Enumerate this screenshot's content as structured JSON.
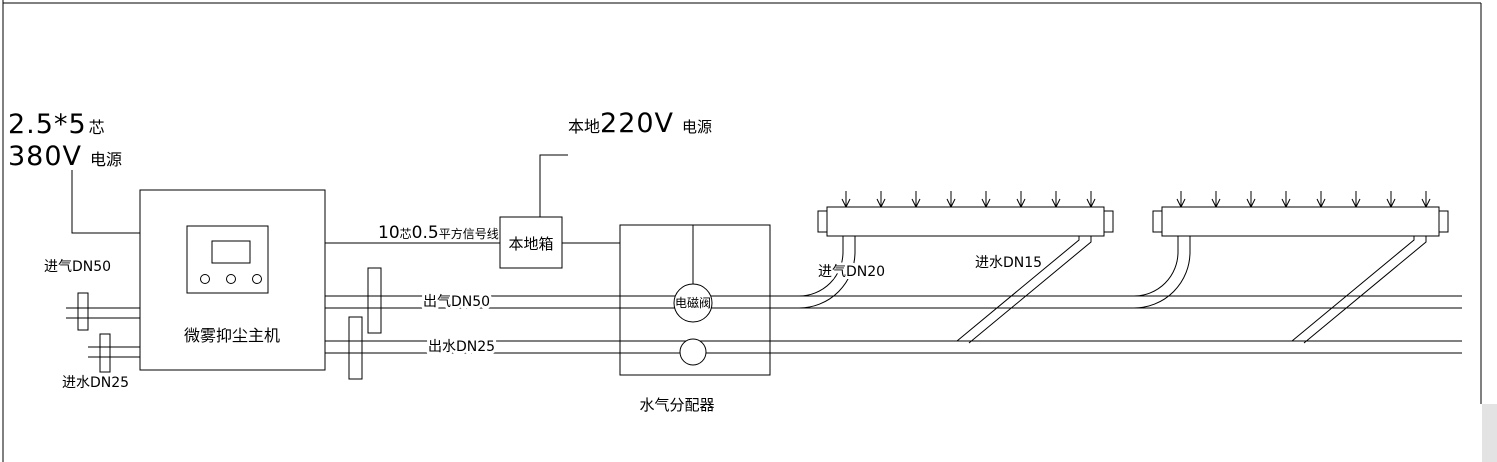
{
  "drawing": {
    "power_supply_380": {
      "spec": "2.5*5",
      "spec_unit": "芯",
      "voltage": "380V",
      "label": "电源"
    },
    "power_supply_220": {
      "location": "本地",
      "voltage": "220V",
      "label": "电源"
    },
    "signal_cable": {
      "cores": "10",
      "cores_unit": "芯",
      "gauge": "0.5",
      "gauge_unit": "平方信号线"
    },
    "local_box_label": "本地箱",
    "main_unit_label": "微雾抑尘主机",
    "air_inlet_label": "进气DN50",
    "water_inlet_label": "进水DN25",
    "air_outlet_label": "出气DN50",
    "water_outlet_label": "出水DN25",
    "manifold_air_label": "进气DN20",
    "manifold_water_label": "进水DN15",
    "solenoid_valve_label": "电磁阀",
    "distributor_label": "水气分配器"
  },
  "colors": {
    "line": "#000000",
    "background": "#ffffff",
    "scrollbar": "#e3e3e3"
  }
}
